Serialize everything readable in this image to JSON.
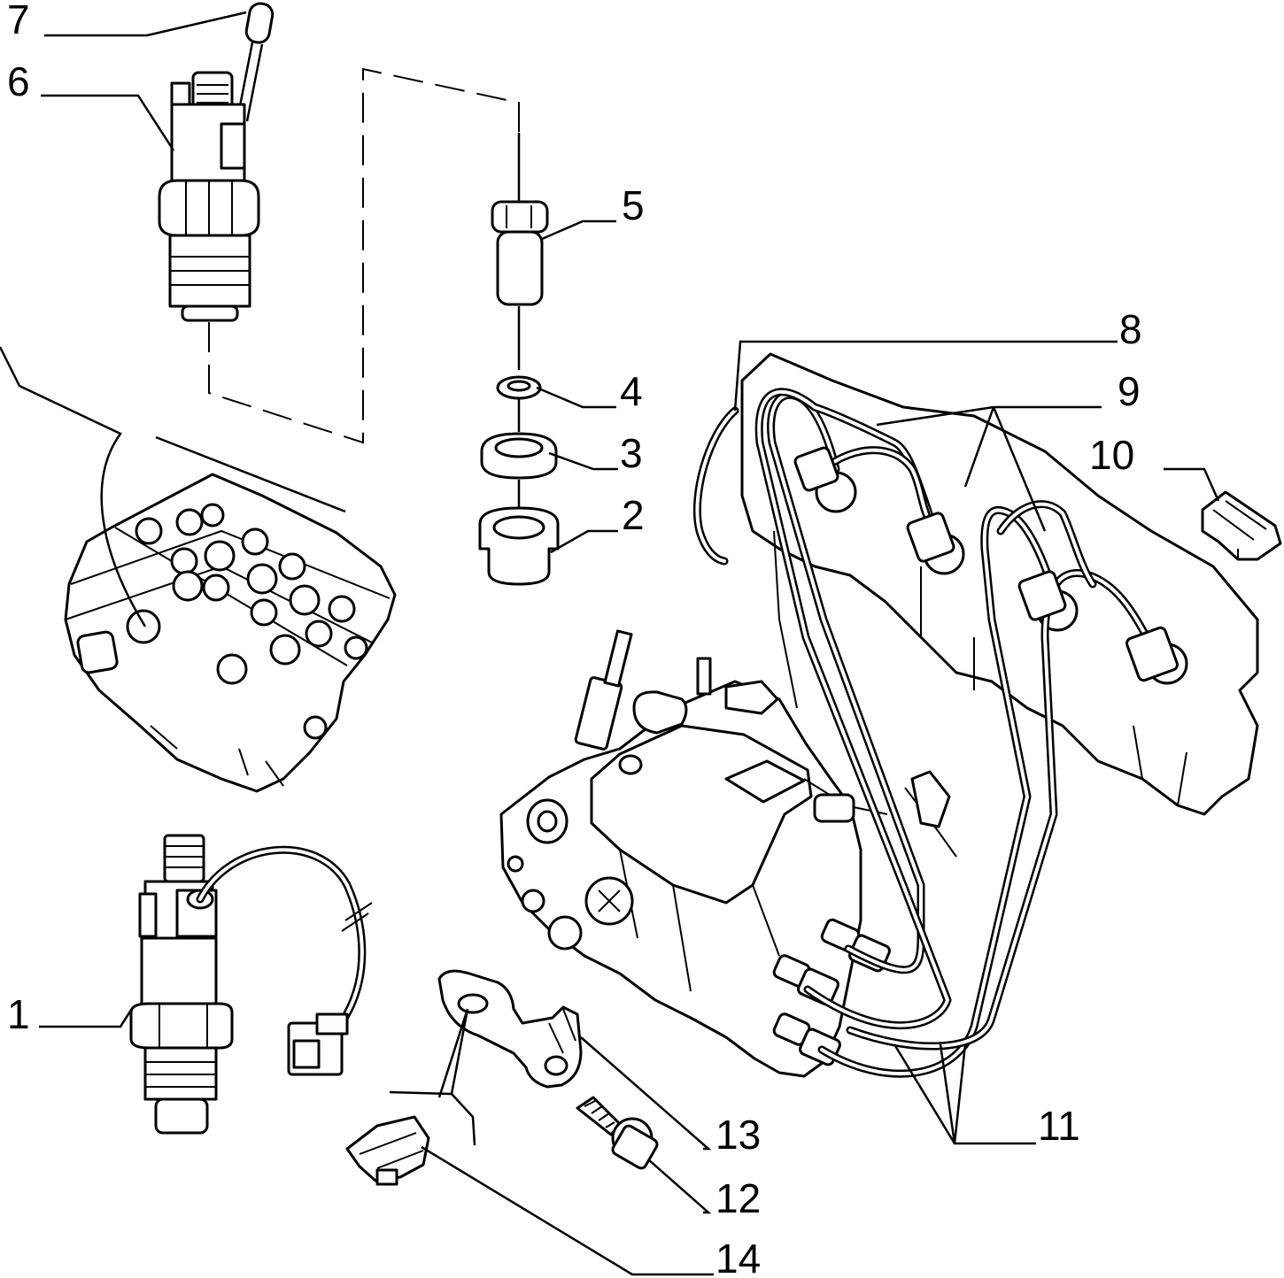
{
  "diagram": {
    "callouts": {
      "c1": "1",
      "c2": "2",
      "c3": "3",
      "c4": "4",
      "c5": "5",
      "c6": "6",
      "c7": "7",
      "c8": "8",
      "c9": "9",
      "c10": "10",
      "c11": "11",
      "c12": "12",
      "c13": "13",
      "c14": "14"
    }
  }
}
